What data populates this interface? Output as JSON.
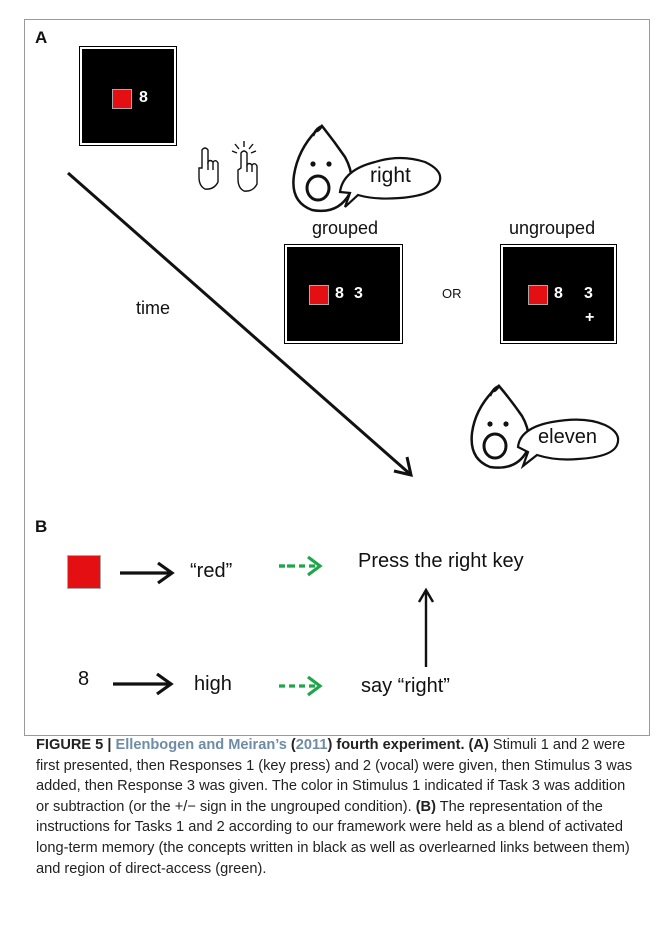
{
  "panel_a": {
    "label": "A",
    "stimulus1_digit": "8",
    "time_label": "time",
    "speech1": "right",
    "grouped_label": "grouped",
    "ungrouped_label": "ungrouped",
    "or_label": "OR",
    "grouped_digits": [
      "8",
      "3"
    ],
    "ungrouped_digits": [
      "8",
      "3"
    ],
    "ungrouped_sign": "+",
    "speech2": "eleven"
  },
  "panel_b": {
    "label": "B",
    "red_word": "“red”",
    "press_text": "Press the right key",
    "digit": "8",
    "high_word": "high",
    "say_text": "say “right”"
  },
  "caption": {
    "head_prefix": "FIGURE 5 | ",
    "ref_names": "Ellenbogen and Meiran’s",
    "ref_open": " (",
    "ref_year": "2011",
    "head_suffix": ") fourth experiment. (A)",
    "body1": " Stimuli 1 and 2 were first presented, then Responses 1 (key press) and 2 (vocal) were given, then Stimulus 3 was added, then Response 3 was given. The color in Stimulus 1 indicated if Task 3 was addition or subtraction (or the +/− sign in the ungrouped condition). ",
    "b_marker": "(B)",
    "body2": " The representation of the instructions for Tasks 1 and 2 according to our framework were held as a blend of activated long-term memory (the concepts written in black as well as overlearned links between them) and region of direct-access (green)."
  },
  "colors": {
    "red": "#e30f12",
    "green": "#1ea64a",
    "ref": "#6e8ca6"
  }
}
